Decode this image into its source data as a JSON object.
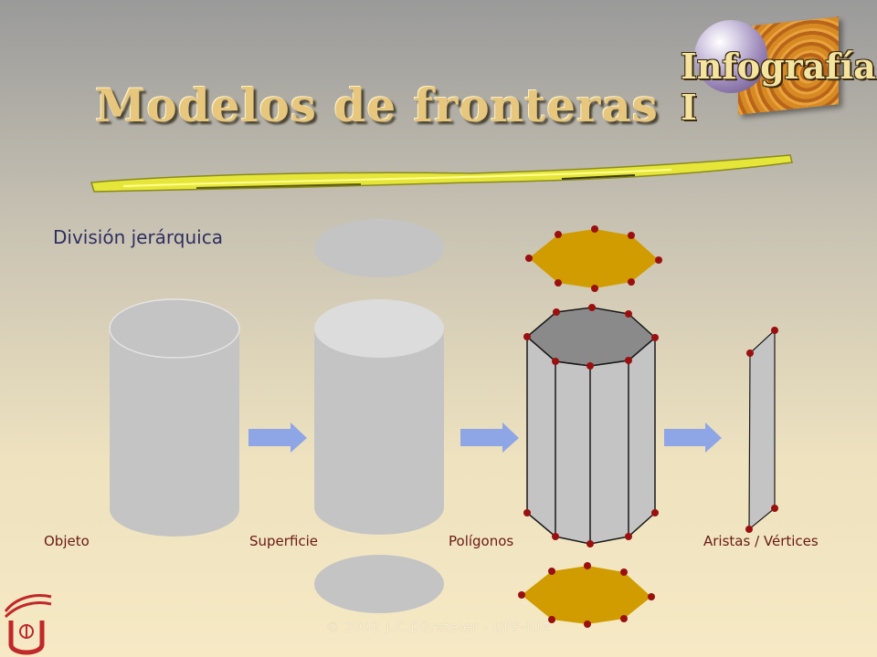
{
  "title": "Modelos de fronteras",
  "logo_text": "Infografía I",
  "subtitle": "División jerárquica",
  "stages": [
    {
      "label": "Objeto"
    },
    {
      "label": "Superficie"
    },
    {
      "label": "Polígonos"
    },
    {
      "label": "Aristas / Vértices"
    }
  ],
  "footer": "© 2002 J.C.Dürsteler - UPF-IUA",
  "colors": {
    "shape_fill": "#c4c4c4",
    "shape_top": "#dcdcdc",
    "arrow": "#8fa6e6",
    "polygon_cap": "#d09c00",
    "vertex": "#9a1010",
    "edge": "#1a1a1a"
  }
}
